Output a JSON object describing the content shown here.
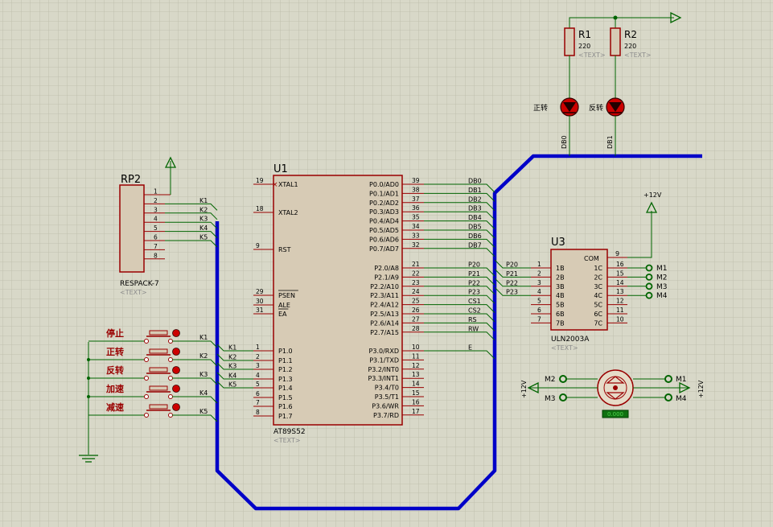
{
  "rp2": {
    "ref": "RP2",
    "part": "RESPACK-7",
    "text": "<TEXT>",
    "pins": [
      "1",
      "2",
      "3",
      "4",
      "5",
      "6",
      "7",
      "8"
    ],
    "netlabels": [
      "K1",
      "K2",
      "K3",
      "K4",
      "K5"
    ]
  },
  "u1": {
    "ref": "U1",
    "part": "AT89S52",
    "text": "<TEXT>",
    "left_pins": [
      {
        "num": "19",
        "name": "XTAL1"
      },
      {
        "num": "18",
        "name": "XTAL2"
      },
      {
        "num": "9",
        "name": "RST"
      },
      {
        "num": "29",
        "name": "PSEN"
      },
      {
        "num": "30",
        "name": "ALE"
      },
      {
        "num": "31",
        "name": "EA"
      },
      {
        "num": "1",
        "name": "P1.0"
      },
      {
        "num": "2",
        "name": "P1.1"
      },
      {
        "num": "3",
        "name": "P1.2"
      },
      {
        "num": "4",
        "name": "P1.3"
      },
      {
        "num": "5",
        "name": "P1.4"
      },
      {
        "num": "6",
        "name": "P1.5"
      },
      {
        "num": "7",
        "name": "P1.6"
      },
      {
        "num": "8",
        "name": "P1.7"
      }
    ],
    "right_pins": [
      {
        "num": "39",
        "name": "P0.0/AD0",
        "net": "DB0"
      },
      {
        "num": "38",
        "name": "P0.1/AD1",
        "net": "DB1"
      },
      {
        "num": "37",
        "name": "P0.2/AD2",
        "net": "DB2"
      },
      {
        "num": "36",
        "name": "P0.3/AD3",
        "net": "DB3"
      },
      {
        "num": "35",
        "name": "P0.4/AD4",
        "net": "DB4"
      },
      {
        "num": "34",
        "name": "P0.5/AD5",
        "net": "DB5"
      },
      {
        "num": "33",
        "name": "P0.6/AD6",
        "net": "DB6"
      },
      {
        "num": "32",
        "name": "P0.7/AD7",
        "net": "DB7"
      },
      {
        "num": "21",
        "name": "P2.0/A8",
        "net": "P20"
      },
      {
        "num": "22",
        "name": "P2.1/A9",
        "net": "P21"
      },
      {
        "num": "23",
        "name": "P2.2/A10",
        "net": "P22"
      },
      {
        "num": "24",
        "name": "P2.3/A11",
        "net": "P23"
      },
      {
        "num": "25",
        "name": "P2.4/A12",
        "net": "CS1"
      },
      {
        "num": "26",
        "name": "P2.5/A13",
        "net": "CS2"
      },
      {
        "num": "27",
        "name": "P2.6/A14",
        "net": "RS"
      },
      {
        "num": "28",
        "name": "P2.7/A15",
        "net": "RW"
      },
      {
        "num": "10",
        "name": "P3.0/RXD",
        "net": "E"
      },
      {
        "num": "11",
        "name": "P3.1/TXD",
        "net": ""
      },
      {
        "num": "12",
        "name": "P3.2/INT0",
        "net": ""
      },
      {
        "num": "13",
        "name": "P3.3/INT1",
        "net": ""
      },
      {
        "num": "14",
        "name": "P3.4/T0",
        "net": ""
      },
      {
        "num": "15",
        "name": "P3.5/T1",
        "net": ""
      },
      {
        "num": "16",
        "name": "P3.6/WR",
        "net": ""
      },
      {
        "num": "17",
        "name": "P3.7/RD",
        "net": ""
      }
    ],
    "k_labels": [
      "K1",
      "K2",
      "K3",
      "K4",
      "K5"
    ]
  },
  "u3": {
    "ref": "U3",
    "part": "ULN2003A",
    "text": "<TEXT>",
    "com": "COM",
    "com_pin": "9",
    "supply": "+12V",
    "rows": [
      {
        "lp": "1",
        "in": "1B",
        "out": "1C",
        "rp": "16",
        "lnet": "P20",
        "rnet": "M1"
      },
      {
        "lp": "2",
        "in": "2B",
        "out": "2C",
        "rp": "15",
        "lnet": "P21",
        "rnet": "M2"
      },
      {
        "lp": "3",
        "in": "3B",
        "out": "3C",
        "rp": "14",
        "lnet": "P22",
        "rnet": "M3"
      },
      {
        "lp": "4",
        "in": "4B",
        "out": "4C",
        "rp": "13",
        "lnet": "P23",
        "rnet": "M4"
      },
      {
        "lp": "5",
        "in": "5B",
        "out": "5C",
        "rp": "12",
        "lnet": "",
        "rnet": ""
      },
      {
        "lp": "6",
        "in": "6B",
        "out": "6C",
        "rp": "11",
        "lnet": "",
        "rnet": ""
      },
      {
        "lp": "7",
        "in": "7B",
        "out": "7C",
        "rp": "10",
        "lnet": "",
        "rnet": ""
      }
    ]
  },
  "r1": {
    "ref": "R1",
    "value": "220",
    "text": "<TEXT>"
  },
  "r2": {
    "ref": "R2",
    "value": "220",
    "text": "<TEXT>"
  },
  "leds": [
    {
      "label": "正转",
      "net": "DB0"
    },
    {
      "label": "反转",
      "net": "DB1"
    }
  ],
  "buttons": [
    {
      "label": "停止",
      "net": "K1"
    },
    {
      "label": "正转",
      "net": "K2"
    },
    {
      "label": "反转",
      "net": "K3"
    },
    {
      "label": "加速",
      "net": "K4"
    },
    {
      "label": "减速",
      "net": "K5"
    }
  ],
  "motor": {
    "left": [
      "M2",
      "M3"
    ],
    "right": [
      "M1",
      "M4"
    ],
    "supply_left": "+12V",
    "supply_right": "+12V",
    "indicator": "0.000"
  },
  "colors": {
    "bg": "#d8d8c8",
    "grid": "#b8b8a4",
    "wire": "#006400",
    "bus": "#0000c0",
    "comp": "#990000",
    "body": "#d7cbb5",
    "text": "#000000",
    "hidden": "#8c8c8c"
  }
}
